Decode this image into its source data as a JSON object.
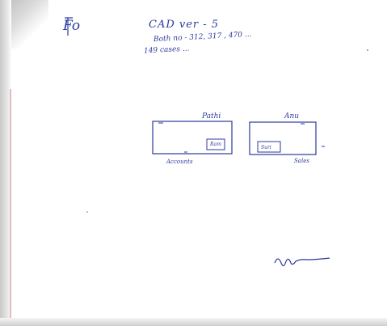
{
  "document": {
    "corner_note": "Fo",
    "header_line1": "CAD ver - 5",
    "header_line2": "Both no - 312, 317 , 470 ... ",
    "header_line3": "149 cases ...",
    "left_box_label": "Pathi",
    "left_box_inner": "Ram",
    "left_box_caption": "Accounts",
    "right_box_label": "Anu",
    "right_box_inner": "Suri",
    "right_box_caption": "Sales",
    "signature": "signature"
  },
  "colors": {
    "ink": "#2b3a9c",
    "paper": "#ffffff"
  }
}
